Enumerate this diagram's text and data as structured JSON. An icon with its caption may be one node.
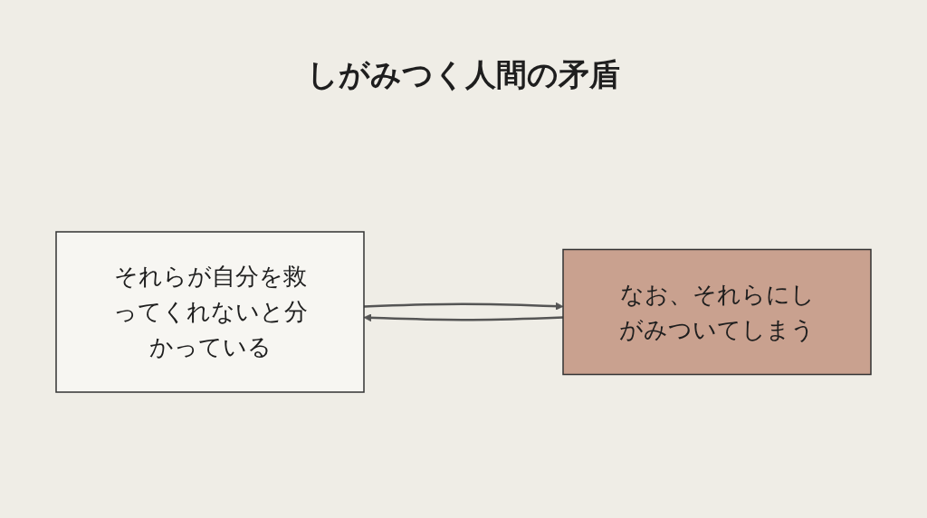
{
  "diagram": {
    "title": "しがみつく人間の矛盾",
    "nodes": [
      {
        "text": [
          "それらが自分を救ってくれないと分かっている"
        ]
      },
      {
        "text": [
          "なお、それらにしがみついてしまう"
        ]
      }
    ],
    "edges": [
      {
        "from": 0,
        "to": 1,
        "arrow": "to"
      },
      {
        "from": 1,
        "to": 0,
        "arrow": "to"
      }
    ]
  }
}
